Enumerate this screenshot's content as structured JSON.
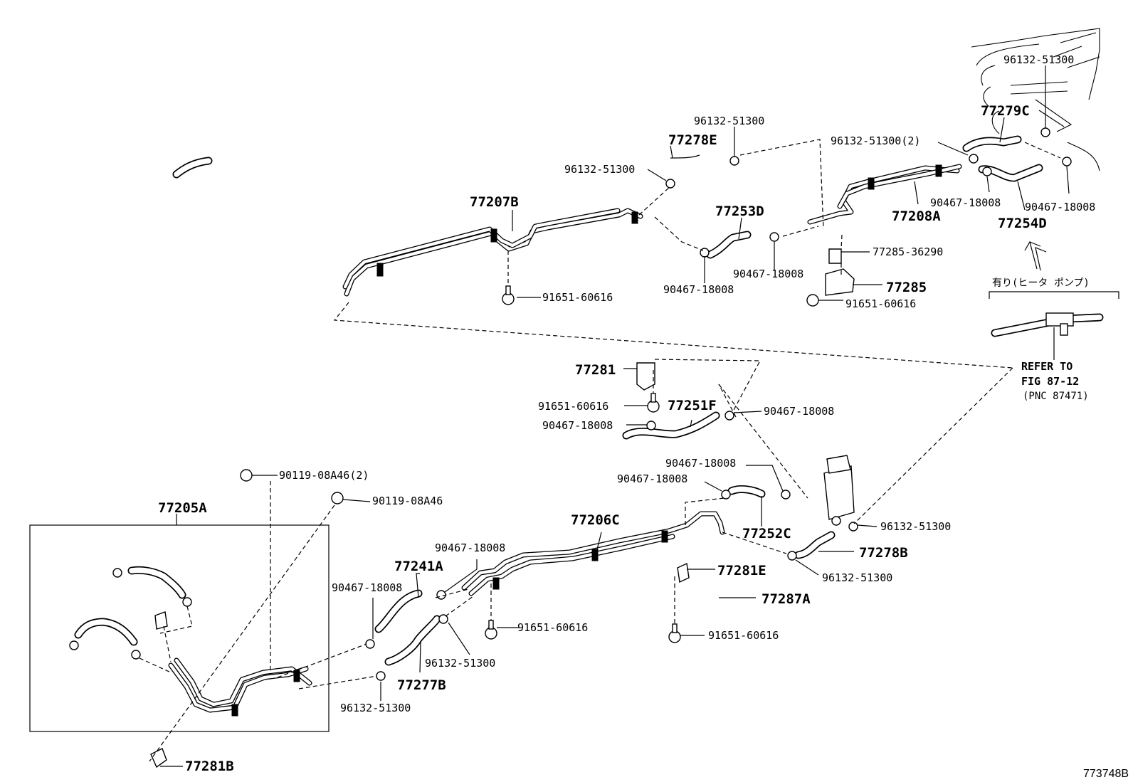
{
  "figure_id": "773748B",
  "labels": {
    "p_96132_a": "96132-51300",
    "p_77278e": "77278E",
    "p_96132_b": "96132-51300",
    "p_77207b": "77207B",
    "p_91651_a": "91651-60616",
    "p_77253d": "77253D",
    "p_90467_a": "90467-18008",
    "p_90467_b": "90467-18008",
    "p_96132_c": "96132-51300",
    "p_96132_d": "96132-51300(2)",
    "p_77279c": "77279C",
    "p_90467_c": "90467-18008",
    "p_90467_d": "90467-18008",
    "p_77208a": "77208A",
    "p_77254d": "77254D",
    "p_77285_36290": "77285-36290",
    "p_77285": "77285",
    "p_91651_b": "91651-60616",
    "p_77281": "77281",
    "p_91651_c": "91651-60616",
    "p_77251f": "77251F",
    "p_90467_e": "90467-18008",
    "p_90467_f": "90467-18008",
    "p_90119_a": "90119-08A46(2)",
    "p_90119_b": "90119-08A46",
    "p_77205a": "77205A",
    "p_90467_g": "90467-18008",
    "p_90467_h": "90467-18008",
    "p_77206c": "77206C",
    "p_77252c": "77252C",
    "p_96132_e": "96132-51300",
    "p_77278b": "77278B",
    "p_90467_i": "90467-18008",
    "p_77241a": "77241A",
    "p_90467_j": "90467-18008",
    "p_77281e": "77281E",
    "p_96132_f": "96132-51300",
    "p_77287a": "77287A",
    "p_91651_d": "91651-60616",
    "p_91651_e": "91651-60616",
    "p_96132_g": "96132-51300",
    "p_77277b": "77277B",
    "p_96132_h": "96132-51300",
    "p_77281b": "77281B"
  },
  "heater_note": {
    "title": "有り(ヒータ ポンプ)",
    "refer_line1": "REFER TO",
    "refer_line2": "FIG 87-12",
    "refer_line3": "(PNC 87471)"
  }
}
